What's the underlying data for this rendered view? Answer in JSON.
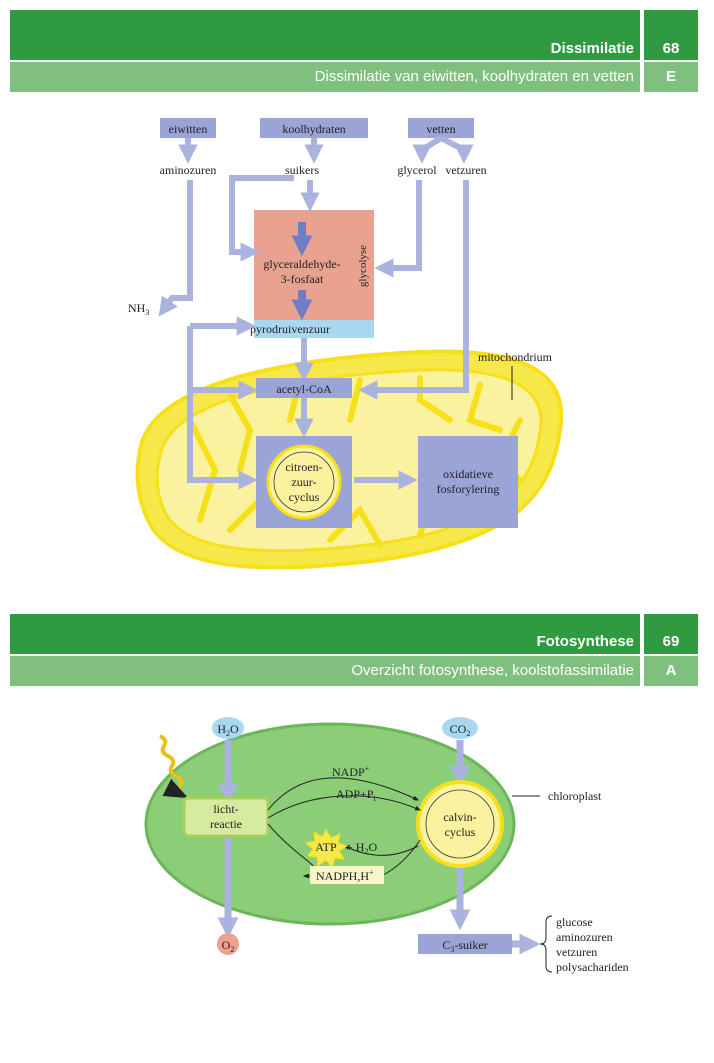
{
  "section1": {
    "title": "Dissimilatie",
    "number": "68",
    "subtitle": "Dissimilatie van eiwitten, koolhydraten en vetten",
    "letter": "E"
  },
  "diagram1": {
    "box_eiwitten": "eiwitten",
    "box_koolhydraten": "koolhydraten",
    "box_vetten": "vetten",
    "aminozuren": "aminozuren",
    "suikers": "suikers",
    "glycerol": "glycerol",
    "vetzuren": "vetzuren",
    "glyceraldehyde_line1": "glyceraldehyde-",
    "glyceraldehyde_line2": "3-fosfaat",
    "glycolyse": "glycolyse",
    "nh3": "NH",
    "nh3_sub": "3",
    "pyrodruivenzuur": "pyrodruivenzuur",
    "mitochondrium": "mitochondrium",
    "acetyl_coa": "acetyl-CoA",
    "citroen_line1": "citroen-",
    "citroen_line2": "zuur-",
    "citroen_line3": "cyclus",
    "oxidatieve_line1": "oxidatieve",
    "oxidatieve_line2": "fosforylering"
  },
  "section2": {
    "title": "Fotosynthese",
    "number": "69",
    "subtitle": "Overzicht fotosynthese, koolstofassimilatie",
    "letter": "A"
  },
  "diagram2": {
    "h2o_main": "H",
    "h2o_sub": "2",
    "h2o_tail": "O",
    "co2_main": "CO",
    "co2_sub": "2",
    "chloroplast": "chloroplast",
    "nadp": "NADP",
    "nadp_sup": "+",
    "adp_main": "ADP+P",
    "adp_sub": "i",
    "licht_line1": "licht-",
    "licht_line2": "reactie",
    "calvin_line1": "calvin-",
    "calvin_line2": "cyclus",
    "atp": "ATP",
    "plus_h2o_main": "+ H",
    "plus_h2o_sub": "2",
    "plus_h2o_tail": "O",
    "nadph_main": "NADPH,H",
    "nadph_sup": "+",
    "o2_main": "O",
    "o2_sub": "2",
    "c3_main": "C",
    "c3_sub": "3",
    "c3_tail": "-suiker",
    "products": [
      "glucose",
      "aminozuren",
      "vetzuren",
      "polysachariden"
    ]
  },
  "colors": {
    "header_dark": "#2f9a3f",
    "header_light": "#7fc07f",
    "arrow_blue": "#a9b3dd",
    "box_blue": "#9aa4d6",
    "glycolysis_salmon": "#e9a28f",
    "pyruvate_lightblue": "#a8d8f0",
    "mito_yellow": "#f7e84a",
    "chloroplast_green": "#8ccd78",
    "lichtreactie_green": "#d7eba0",
    "o2_red": "#f0a090"
  }
}
